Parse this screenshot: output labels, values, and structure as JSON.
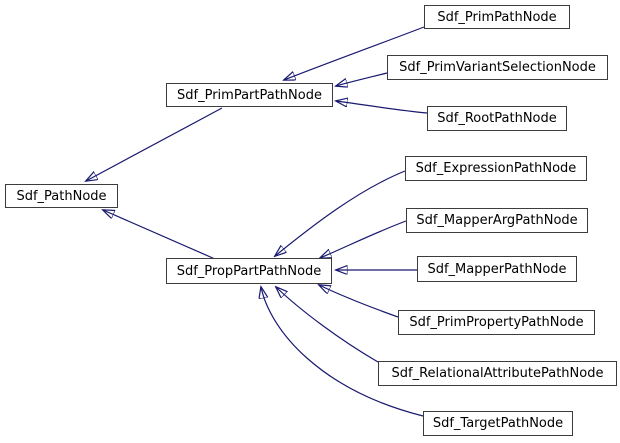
{
  "diagram": {
    "kind": "class-inheritance-graph",
    "colors": {
      "edge": "#191970",
      "node_border": "#3c3c3c",
      "node_fill": "#ffffff",
      "text": "#000000",
      "background": "#ffffff"
    },
    "nodes": [
      {
        "id": "pathnode",
        "label": "Sdf_PathNode"
      },
      {
        "id": "primpart",
        "label": "Sdf_PrimPartPathNode"
      },
      {
        "id": "proppart",
        "label": "Sdf_PropPartPathNode"
      },
      {
        "id": "primpath",
        "label": "Sdf_PrimPathNode"
      },
      {
        "id": "primvariant",
        "label": "Sdf_PrimVariantSelectionNode"
      },
      {
        "id": "rootpath",
        "label": "Sdf_RootPathNode"
      },
      {
        "id": "expression",
        "label": "Sdf_ExpressionPathNode"
      },
      {
        "id": "mapperarg",
        "label": "Sdf_MapperArgPathNode"
      },
      {
        "id": "mapper",
        "label": "Sdf_MapperPathNode"
      },
      {
        "id": "primproperty",
        "label": "Sdf_PrimPropertyPathNode"
      },
      {
        "id": "relattr",
        "label": "Sdf_RelationalAttributePathNode"
      },
      {
        "id": "target",
        "label": "Sdf_TargetPathNode"
      }
    ],
    "edges": [
      {
        "from": "Sdf_PrimPartPathNode",
        "to": "Sdf_PathNode"
      },
      {
        "from": "Sdf_PropPartPathNode",
        "to": "Sdf_PathNode"
      },
      {
        "from": "Sdf_PrimPathNode",
        "to": "Sdf_PrimPartPathNode"
      },
      {
        "from": "Sdf_PrimVariantSelectionNode",
        "to": "Sdf_PrimPartPathNode"
      },
      {
        "from": "Sdf_RootPathNode",
        "to": "Sdf_PrimPartPathNode"
      },
      {
        "from": "Sdf_ExpressionPathNode",
        "to": "Sdf_PropPartPathNode"
      },
      {
        "from": "Sdf_MapperArgPathNode",
        "to": "Sdf_PropPartPathNode"
      },
      {
        "from": "Sdf_MapperPathNode",
        "to": "Sdf_PropPartPathNode"
      },
      {
        "from": "Sdf_PrimPropertyPathNode",
        "to": "Sdf_PropPartPathNode"
      },
      {
        "from": "Sdf_RelationalAttributePathNode",
        "to": "Sdf_PropPartPathNode"
      },
      {
        "from": "Sdf_TargetPathNode",
        "to": "Sdf_PropPartPathNode"
      }
    ]
  }
}
